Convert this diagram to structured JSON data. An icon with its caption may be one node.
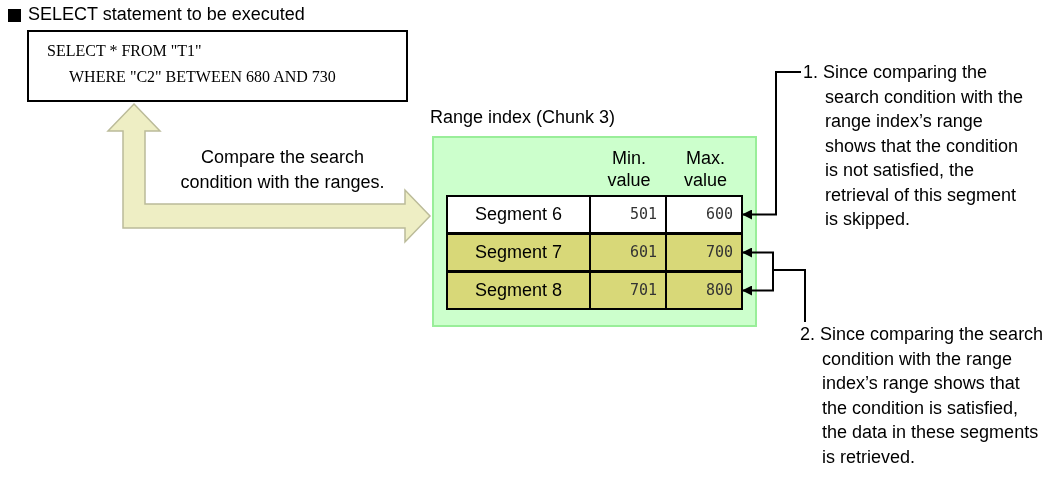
{
  "diagram": {
    "nodes": [
      {
        "text": [
          "SELECT * FROM \"T1\"",
          "WHERE \"C2\" BETWEEN 680 AND 730"
        ],
        "beside": [
          "SELECT statement to be executed"
        ]
      },
      {
        "text": [
          "Range index (Chunk 3)"
        ]
      },
      {
        "text": [
          "Segment 6",
          "501",
          "600"
        ],
        "in": 1
      },
      {
        "text": [
          "Segment 7",
          "601",
          "700"
        ],
        "in": 1
      },
      {
        "text": [
          "Segment 8",
          "701",
          "800"
        ],
        "in": 1
      },
      {
        "text": [
          "1. Since comparing the search condition with the range index’s range shows that the condition is not satisfied, the retrieval of this segment is skipped."
        ]
      },
      {
        "text": [
          "2. Since comparing the search condition with the range index’s range shows that the condition is satisfied, the data in these segments is retrieved."
        ]
      }
    ],
    "edges": [
      {
        "from": 0,
        "to": 1,
        "arrow": "both",
        "label": "Compare the search condition with the ranges.",
        "style": "thick",
        "color": "#eeeec4"
      },
      {
        "from": 5,
        "to": 2,
        "arrow": "to"
      },
      {
        "from": 6,
        "to": 3,
        "arrow": "to"
      },
      {
        "from": 6,
        "to": 4,
        "arrow": "to"
      }
    ],
    "labels": [
      "Min. value",
      "Max. value"
    ]
  }
}
